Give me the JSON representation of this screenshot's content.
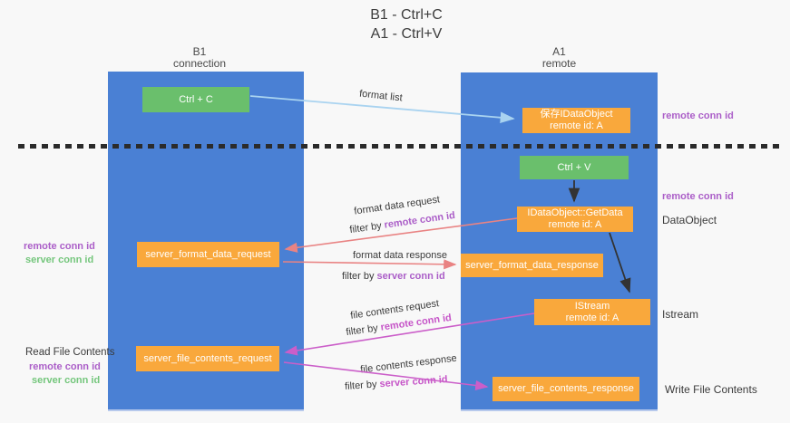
{
  "title": {
    "line1": "B1 - Ctrl+C",
    "line2": "A1 - Ctrl+V"
  },
  "columns": {
    "left": {
      "name": "B1",
      "role": "connection"
    },
    "right": {
      "name": "A1",
      "role": "remote"
    }
  },
  "nodes": {
    "ctrl_c": "Ctrl + C",
    "ctrl_v": "Ctrl + V",
    "save_dataobject": {
      "line1": "保存IDataObject",
      "line2": "remote id: A"
    },
    "getdata": {
      "line1": "IDataObject::GetData",
      "line2": "remote id: A"
    },
    "istream": {
      "line1": "IStream",
      "line2": "remote id: A"
    },
    "server_format_data_request": "server_format_data_request",
    "server_format_data_response": "server_format_data_response",
    "server_file_contents_request": "server_file_contents_request",
    "server_file_contents_response": "server_file_contents_response"
  },
  "edge_labels": {
    "format_list": "format list",
    "format_data_request": "format data request",
    "format_data_response": "format data response",
    "file_contents_request": "file contents request",
    "file_contents_response": "file contents response",
    "filter_by": "filter by",
    "remote_conn_id": "remote conn id",
    "server_conn_id": "server conn id"
  },
  "side_labels": {
    "remote_conn_id": "remote conn id",
    "server_conn_id": "server conn id",
    "dataobject": "DataObject",
    "istream": "Istream",
    "read_file_contents": "Read File Contents",
    "write_file_contents": "Write File Contents"
  },
  "colors": {
    "column_blue": "#4a80d4",
    "box_green": "#6abf6c",
    "box_orange": "#f9a83c",
    "arrow_light_blue": "#a9d3f0",
    "arrow_salmon": "#e98383",
    "arrow_magenta": "#cb5ec9",
    "arrow_black": "#333333",
    "text_purple": "#ab5ec8",
    "text_green": "#74c67c"
  }
}
